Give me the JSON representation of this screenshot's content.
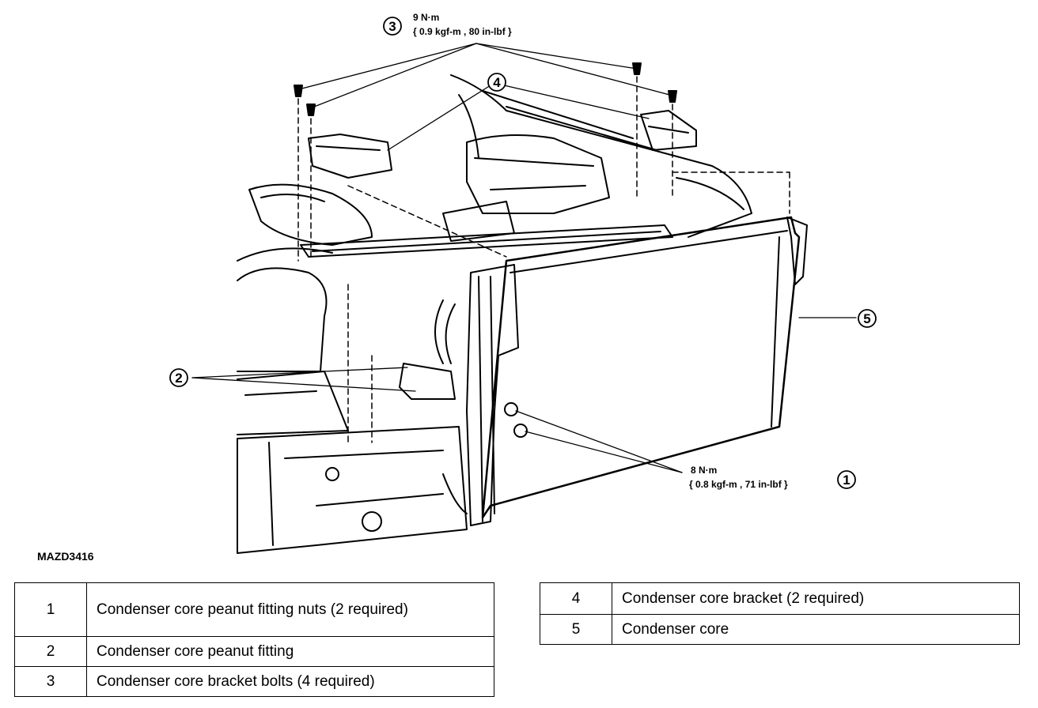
{
  "figure_code": "MAZD3416",
  "callouts": [
    {
      "num": "1",
      "spec_line1": "8 N·m",
      "spec_line2": "{ 0.8 kgf-m , 71 in-lbf }"
    },
    {
      "num": "2"
    },
    {
      "num": "3",
      "spec_line1": "9 N·m",
      "spec_line2": "{ 0.9 kgf-m , 80 in-lbf }"
    },
    {
      "num": "4"
    },
    {
      "num": "5"
    }
  ],
  "legend_left": [
    {
      "num": "1",
      "desc": "Condenser core peanut fitting nuts (2 required)"
    },
    {
      "num": "2",
      "desc": "Condenser core peanut fitting"
    },
    {
      "num": "3",
      "desc": "Condenser core bracket bolts (4 required)"
    }
  ],
  "legend_right": [
    {
      "num": "4",
      "desc": "Condenser core bracket (2 required)"
    },
    {
      "num": "5",
      "desc": "Condenser core"
    }
  ]
}
